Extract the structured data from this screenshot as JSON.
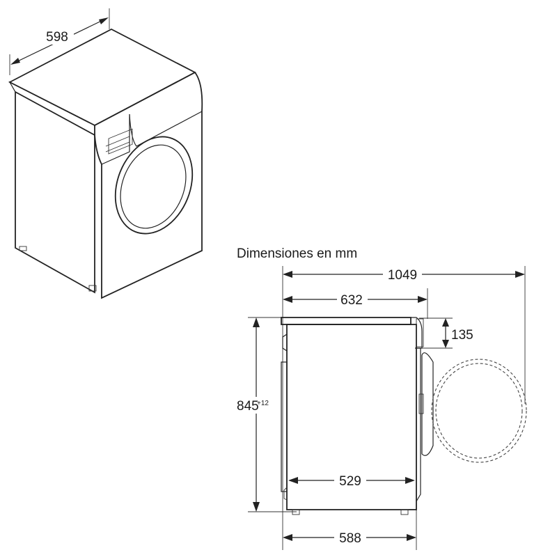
{
  "caption": "Dimensiones en mm",
  "iso_view": {
    "width_label": "598"
  },
  "side_view": {
    "depth_with_door_open": "1049",
    "depth_top": "632",
    "control_panel_height": "135",
    "height": "845",
    "height_tolerance": "+12",
    "inner_depth": "529",
    "base_depth": "588"
  }
}
